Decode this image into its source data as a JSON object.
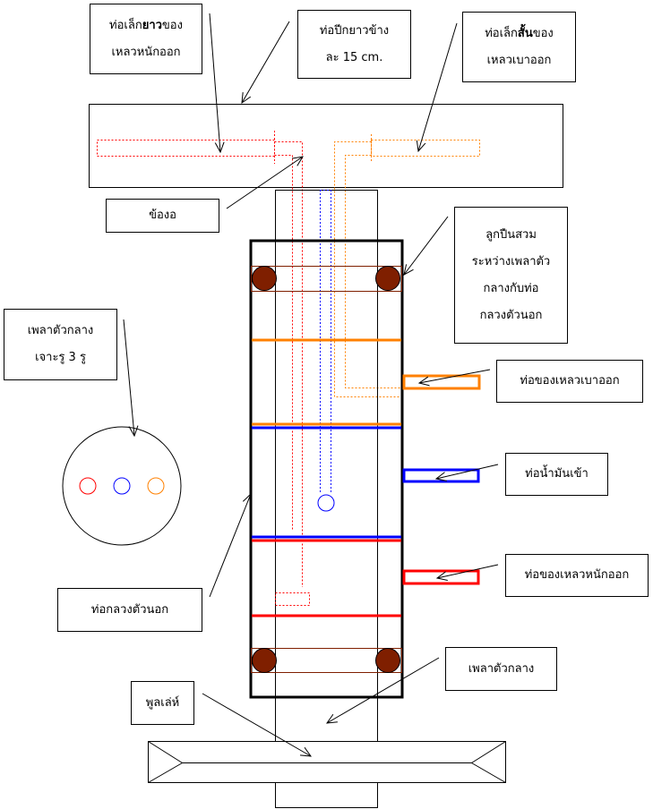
{
  "title": "Oil centrifugal separator schematic (Thai labels)",
  "colors": {
    "heavy_liquid": "#ff0000",
    "light_liquid": "#ff8000",
    "oil_inlet": "#0000ff",
    "bearing": "#7f1f00",
    "outline": "#000000"
  },
  "labels": {
    "long_small_pipe": {
      "line1_pre": "ท่อเล็ก",
      "line1_bold": "ยาว",
      "line1_post": "ของ",
      "line2": "เหลวหนักออก"
    },
    "wing_pipe": {
      "line1": "ท่อปีกยาวข้าง",
      "line2": "ละ 15  cm."
    },
    "short_small_pipe": {
      "line1_pre": "ท่อเล็ก",
      "line1_bold": "สั้น",
      "line1_post": "ของ",
      "line2": "เหลวเบาออก"
    },
    "elbow": {
      "line1": "ข้องอ"
    },
    "bearing": {
      "line1": "ลูกปืนสวม",
      "line2": "ระหว่างเพลาตัว",
      "line3": "กลางกับท่อ",
      "line4": "กลวงตัวนอก"
    },
    "shaft_holes": {
      "line1": "เพลาตัวกลาง",
      "line2": "เจาะรู 3 รู"
    },
    "light_outlet": {
      "line1": "ท่อของเหลวเบาออก"
    },
    "oil_inlet": {
      "line1": "ท่อน้ำมันเข้า"
    },
    "heavy_outlet": {
      "line1": "ท่อของเหลวหนักออก"
    },
    "outer_hollow_pipe": {
      "line1": "ท่อกลวงตัวนอก"
    },
    "center_shaft": {
      "line1": "เพลาตัวกลาง"
    },
    "pulley": {
      "line1": "พูลเล่ห์"
    }
  },
  "cross_section": {
    "holes": [
      "heavy_liquid",
      "oil_inlet",
      "light_liquid"
    ]
  }
}
